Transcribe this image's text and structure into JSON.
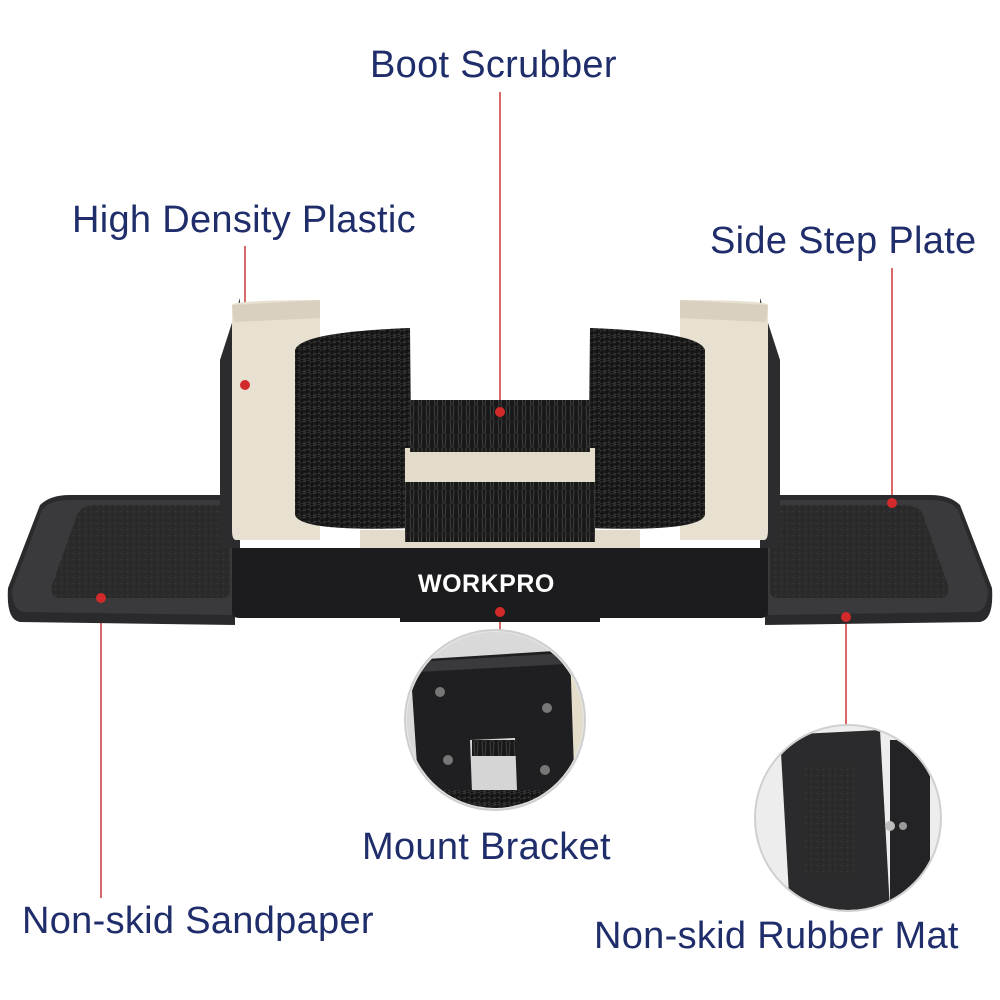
{
  "labels": {
    "boot_scrubber": "Boot Scrubber",
    "high_density_plastic": "High Density Plastic",
    "side_step_plate": "Side Step Plate",
    "mount_bracket": "Mount Bracket",
    "non_skid_sandpaper": "Non-skid Sandpaper",
    "non_skid_rubber_mat": "Non-skid Rubber Mat"
  },
  "product": {
    "brand": "WORKPRO"
  },
  "colors": {
    "label_text": "#1f2d6b",
    "leader_line": "#c82a2a",
    "body": "#1c1c1e",
    "beige": "#e9e2d3",
    "bristle": "#151515"
  },
  "icons": [
    "boot-scrubber-product",
    "mount-bracket-detail-circle",
    "rubber-mat-detail-circle"
  ]
}
